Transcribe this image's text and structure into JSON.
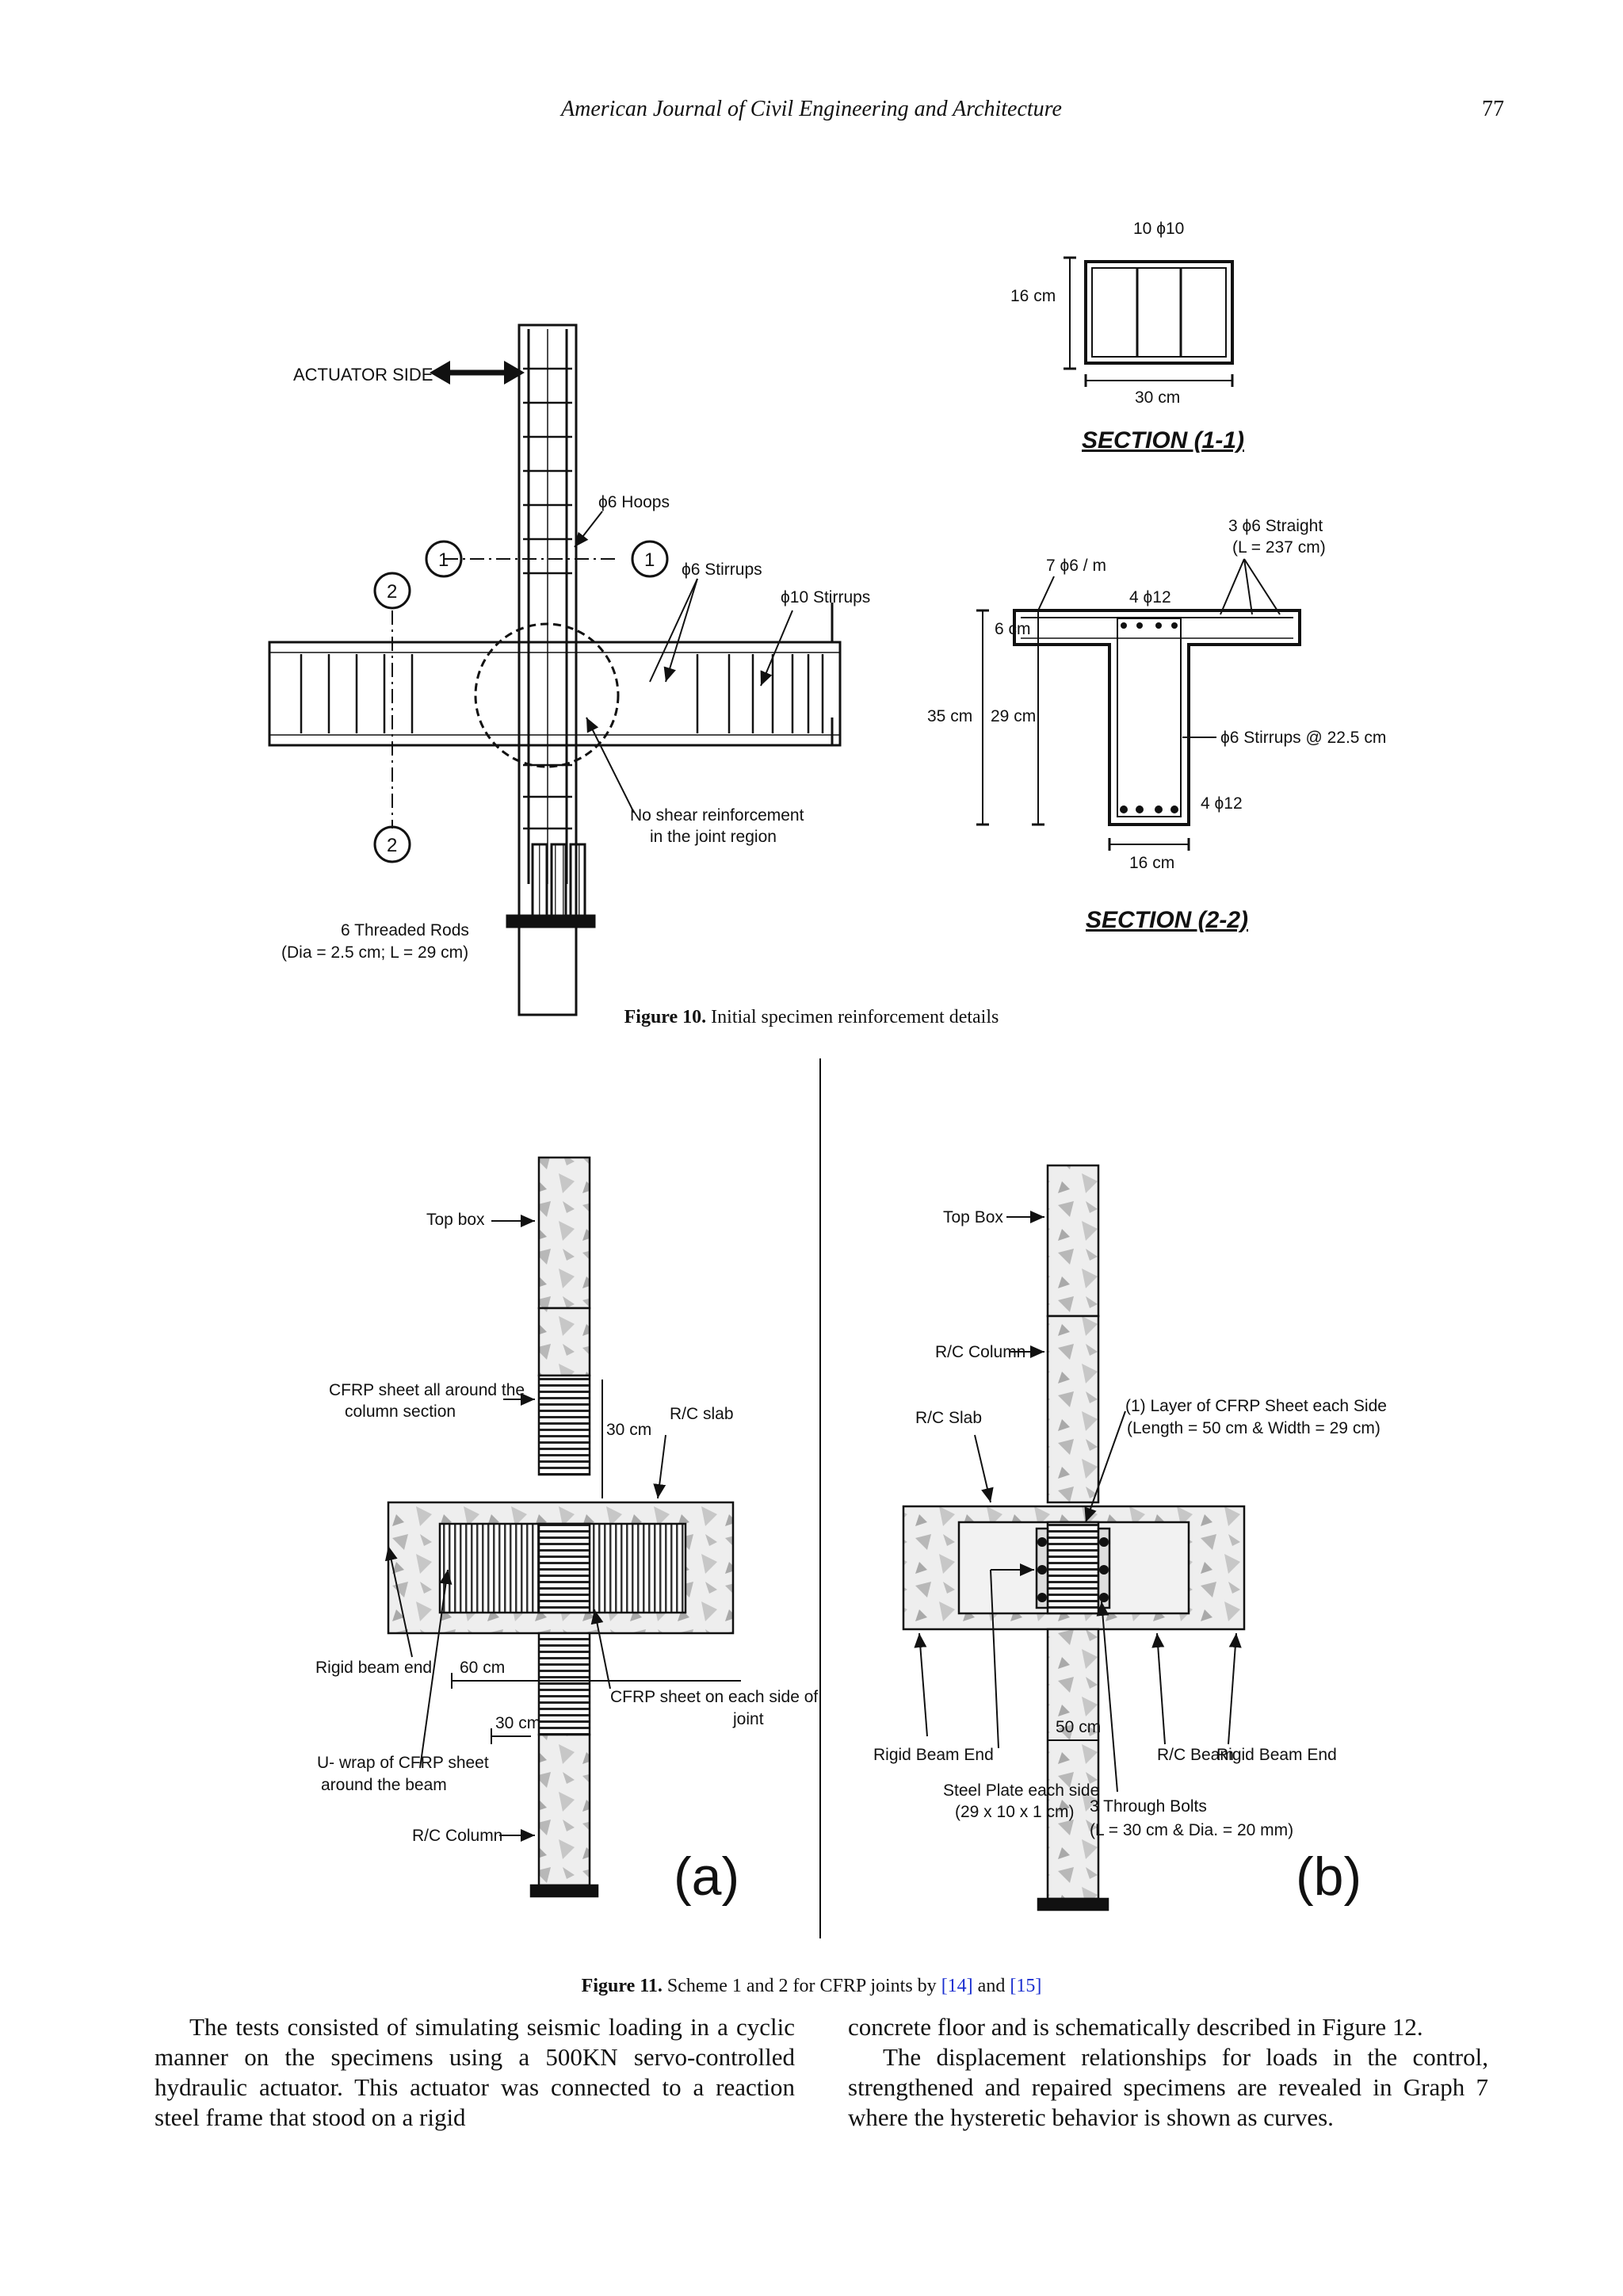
{
  "header": {
    "journal": "American Journal of Civil Engineering and Architecture",
    "page_number": "77"
  },
  "figure10": {
    "caption_label": "Figure 10.",
    "caption_text": "Initial specimen reinforcement details",
    "labels": {
      "actuator_side": "ACTUATOR SIDE",
      "hoops": "ϕ6 Hoops",
      "stirrups6": "ϕ6 Stirrups",
      "stirrups10": "ϕ10 Stirrups",
      "section_marker_1": "1",
      "section_marker_2": "2",
      "no_shear_1": "No shear reinforcement",
      "no_shear_2": "in the joint region",
      "rods_1": "6 Threaded Rods",
      "rods_2": "(Dia = 2.5 cm; L = 29 cm)",
      "s11_top": "10 ϕ10",
      "s11_height": "16 cm",
      "s11_width": "30 cm",
      "s11_title": "SECTION (1-1)",
      "s22_straight_1": "3 ϕ6 Straight",
      "s22_straight_2": "(L = 237 cm)",
      "s22_slab_bars": "7 ϕ6 / m",
      "s22_top_bars": "4 ϕ12",
      "s22_6cm": "6 cm",
      "s22_35cm": "35 cm",
      "s22_29cm": "29 cm",
      "s22_stirrups": "ϕ6 Stirrups @ 22.5 cm",
      "s22_bottom_bars": "4 ϕ12",
      "s22_width": "16 cm",
      "s22_title": "SECTION (2-2)"
    }
  },
  "figure11": {
    "caption_label": "Figure 11.",
    "caption_text": "Scheme 1 and 2 for CFRP joints by",
    "ref1": "[14]",
    "caption_and": "and",
    "ref2": "[15]",
    "panel_a": {
      "top_box": "Top box",
      "cfrp_column_1": "CFRP sheet all around the",
      "cfrp_column_2": "column section",
      "dim_30_upper": "30 cm",
      "rc_slab": "R/C slab",
      "rigid_beam_end": "Rigid beam end",
      "dim_60": "60 cm",
      "dim_30_lower": "30 cm",
      "cfrp_joint_1": "CFRP sheet on each side of",
      "cfrp_joint_2": "joint",
      "uwrap_1": "U- wrap of CFRP sheet",
      "uwrap_2": "around the beam",
      "rc_column": "R/C Column",
      "panel_letter": "(a)"
    },
    "panel_b": {
      "top_box": "Top Box",
      "rc_column": "R/C Column",
      "rc_slab": "R/C Slab",
      "cfrp_layer_1": "(1) Layer of CFRP Sheet each Side",
      "cfrp_layer_2": "(Length = 50 cm & Width = 29 cm)",
      "dim_50": "50 cm",
      "rigid_beam_end_left": "Rigid Beam End",
      "steel_plate_1": "Steel Plate each side",
      "steel_plate_2": "(29 x 10 x 1 cm)",
      "bolts_1": "3 Through Bolts",
      "bolts_2": "(L = 30 cm & Dia. = 20 mm)",
      "rc_beam": "R/C Beam",
      "rigid_beam_end_right": "Rigid Beam End",
      "panel_letter": "(b)"
    }
  },
  "body": {
    "left_paragraph": "The tests consisted of simulating seismic loading in a cyclic manner on the specimens using a 500KN servo-controlled hydraulic actuator. This actuator was connected to a reaction steel frame that stood on a rigid",
    "right_paragraph_1": "concrete floor and is schematically described in Figure 12.",
    "right_paragraph_2": "The displacement relationships for loads in the control, strengthened and repaired specimens are revealed in Graph 7 where the hysteretic behavior is shown as curves."
  }
}
